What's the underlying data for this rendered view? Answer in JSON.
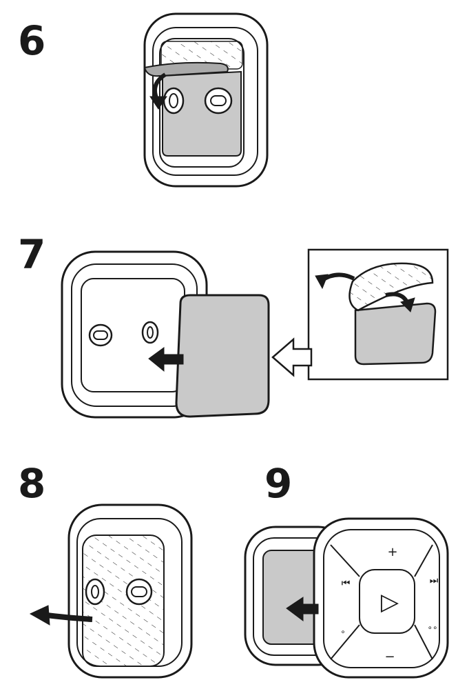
{
  "steps": [
    {
      "number": "6"
    },
    {
      "number": "7"
    },
    {
      "number": "8"
    },
    {
      "number": "9"
    }
  ],
  "remote_buttons": {
    "volume_up": "+",
    "volume_down": "−",
    "previous_track": "⏮",
    "next_track": "⏭",
    "play": "▷",
    "single_dot": "∘",
    "double_dot": "∘∘"
  },
  "colors": {
    "outline": "#1a1a1a",
    "adhesive_gray": "#c9c9c9",
    "arrow_fill": "#1a1a1a",
    "background": "#ffffff"
  },
  "icons": [
    "curved-arrow-icon",
    "left-arrow-icon",
    "outline-arrow-icon"
  ]
}
